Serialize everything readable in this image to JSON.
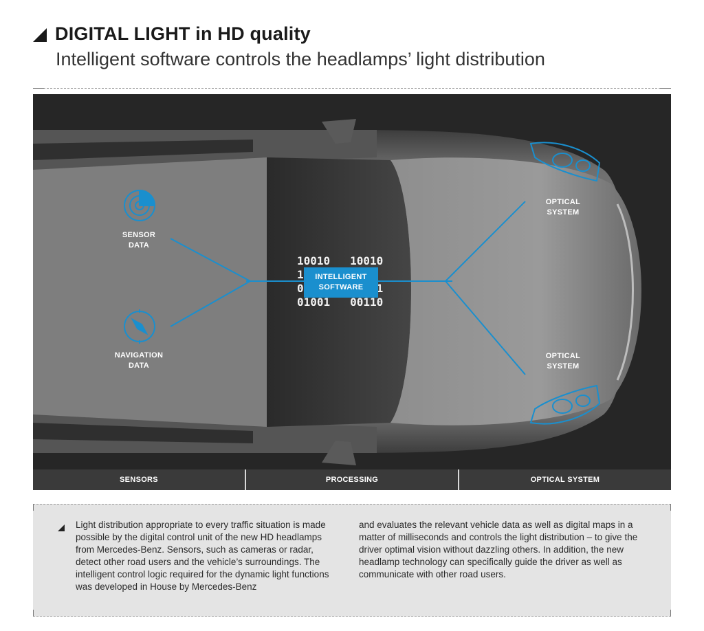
{
  "header": {
    "title": "DIGITAL LIGHT in HD quality",
    "subtitle": "Intelligent software controls the headlamps’ light distribution"
  },
  "diagram": {
    "sensor_label": "SENSOR\nDATA",
    "navigation_label": "NAVIGATION\nDATA",
    "optical_label_top": "OPTICAL\nSYSTEM",
    "optical_label_bottom": "OPTICAL\nSYSTEM",
    "software_label": "INTELLIGENT\nSOFTWARE",
    "binary_lines": [
      "10010   10010",
      "10         1",
      "0           1",
      "01001   00110"
    ],
    "accent_color": "#1a8fce",
    "icons": [
      "radar-icon",
      "compass-icon",
      "headlamp-icon"
    ]
  },
  "stage_bar": {
    "sections": [
      "SENSORS",
      "PROCESSING",
      "OPTICAL SYSTEM"
    ]
  },
  "body_text": {
    "column_1": "Light distribution appropriate to every traffic situation is made possible by the digital control unit of the new HD headlamps from Mercedes-Benz. Sensors, such as cameras or radar, detect other road users and the vehicle’s surround­ings. The intelligent control logic required for the dynamic light functions was developed in House by Mercedes-Benz",
    "column_2": "and evaluates the relevant vehicle data as well as digital maps in a matter of milliseconds and controls the light distribution – to give the driver optimal vision without dazzling others. In addition, the new headlamp technology can specifically guide the driver as well as communicate with other road users."
  }
}
